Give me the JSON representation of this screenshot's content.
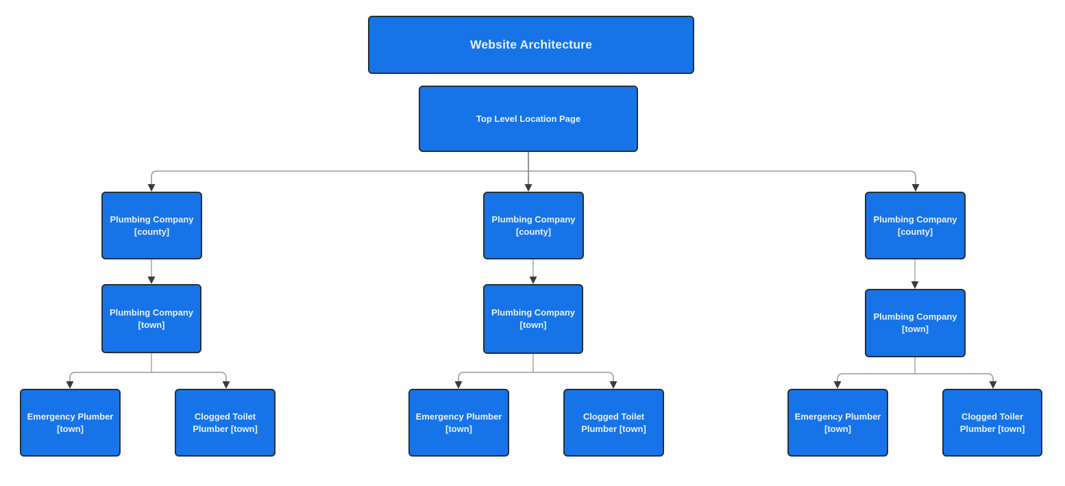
{
  "diagram": {
    "app_context": "flowchart-canvas",
    "title": "Website Architecture",
    "colors": {
      "background": "#ffffff",
      "node_fill": "#1774e8",
      "node_border": "#222f3b",
      "node_text": "#e9f0fc",
      "connector_line": "#a6a6a6",
      "connector_stem": "#6e6e6e",
      "arrowhead": "#3b3b3b"
    },
    "nodes": [
      {
        "id": "root",
        "label": "Website Architecture"
      },
      {
        "id": "top-level-location",
        "label": "Top Level Location Page"
      },
      {
        "id": "county-1",
        "label": "Plumbing Company\n[county]"
      },
      {
        "id": "county-2",
        "label": "Plumbing Company\n[county]"
      },
      {
        "id": "county-3",
        "label": "Plumbing Company\n[county]"
      },
      {
        "id": "town-1",
        "label": "Plumbing Company\n[town]"
      },
      {
        "id": "town-2",
        "label": "Plumbing Company\n[town]"
      },
      {
        "id": "town-3",
        "label": "Plumbing Company\n[town]"
      },
      {
        "id": "emergency-1",
        "label": "Emergency Plumber\n[town]"
      },
      {
        "id": "clogged-1",
        "label": "Clogged Toilet\nPlumber [town]"
      },
      {
        "id": "emergency-2",
        "label": "Emergency Plumber\n[town]"
      },
      {
        "id": "clogged-2",
        "label": "Clogged Toilet\nPlumber [town]"
      },
      {
        "id": "emergency-3",
        "label": "Emergency Plumber\n[town]"
      },
      {
        "id": "clogged-3",
        "label": "Clogged Toiler\nPlumber [town]"
      }
    ],
    "edges": [
      {
        "from": "top-level-location",
        "to": "county-1"
      },
      {
        "from": "top-level-location",
        "to": "county-2"
      },
      {
        "from": "top-level-location",
        "to": "county-3"
      },
      {
        "from": "county-1",
        "to": "town-1"
      },
      {
        "from": "county-2",
        "to": "town-2"
      },
      {
        "from": "county-3",
        "to": "town-3"
      },
      {
        "from": "town-1",
        "to": "emergency-1"
      },
      {
        "from": "town-1",
        "to": "clogged-1"
      },
      {
        "from": "town-2",
        "to": "emergency-2"
      },
      {
        "from": "town-2",
        "to": "clogged-2"
      },
      {
        "from": "town-3",
        "to": "emergency-3"
      },
      {
        "from": "town-3",
        "to": "clogged-3"
      }
    ]
  }
}
